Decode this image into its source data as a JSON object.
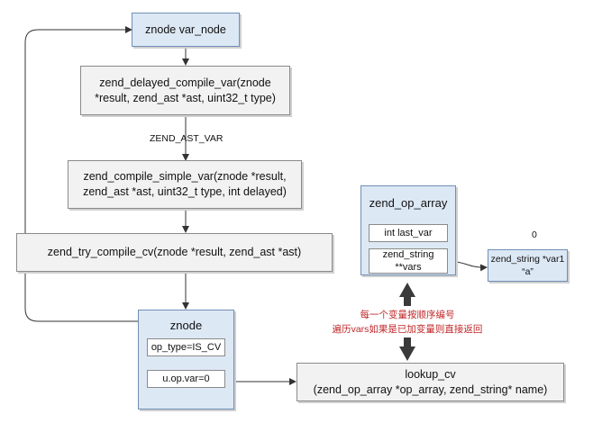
{
  "nodes": {
    "var_node": "znode var_node",
    "delayed": "zend_delayed_compile_var(znode\n*result, zend_ast *ast, uint32_t type)",
    "simple": "zend_compile_simple_var(znode *result,\nzend_ast *ast, uint32_t type, int delayed)",
    "try_cv": "zend_try_compile_cv(znode *result, zend_ast *ast)",
    "znode_title": "znode",
    "op_type": "op_type=IS_CV",
    "op_var": "u.op.var=0",
    "op_array_title": "zend_op_array",
    "last_var": "int last_var",
    "vars": "zend_string\n**vars",
    "var1": "zend_string *var1\n“a”",
    "lookup_cv": "lookup_cv\n(zend_op_array *op_array, zend_string* name)"
  },
  "labels": {
    "edge": "ZEND_AST_VAR",
    "index": "0"
  },
  "notes": {
    "line1": "每一个变量按顺序编号",
    "line2": "遍历vars如果是已加变量则直接返回"
  },
  "colors": {
    "note_red": "#c0282a",
    "node_blue": "#dde8f5",
    "node_gray": "#f2f2f2"
  }
}
